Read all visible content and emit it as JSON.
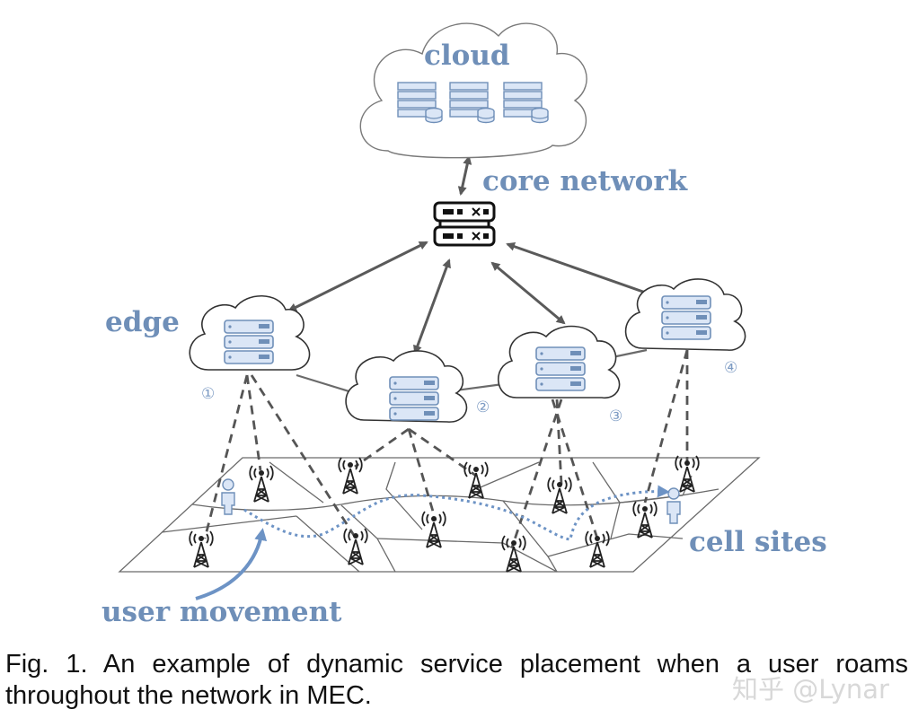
{
  "labels": {
    "cloud": "cloud",
    "core_network": "core network",
    "edge": "edge",
    "cell_sites": "cell sites",
    "user_movement": "user movement"
  },
  "edge_numbers": [
    "①",
    "②",
    "③",
    "④"
  ],
  "caption": "Fig. 1. An example of dynamic service placement when a user roams throughout the network in MEC.",
  "watermark": "知乎 @Lynar",
  "colors": {
    "label_blue": "#6f8fb8",
    "server_fill": "#dbe6f6",
    "server_stroke": "#6f8fb8",
    "trajectory": "#6d93c5"
  }
}
